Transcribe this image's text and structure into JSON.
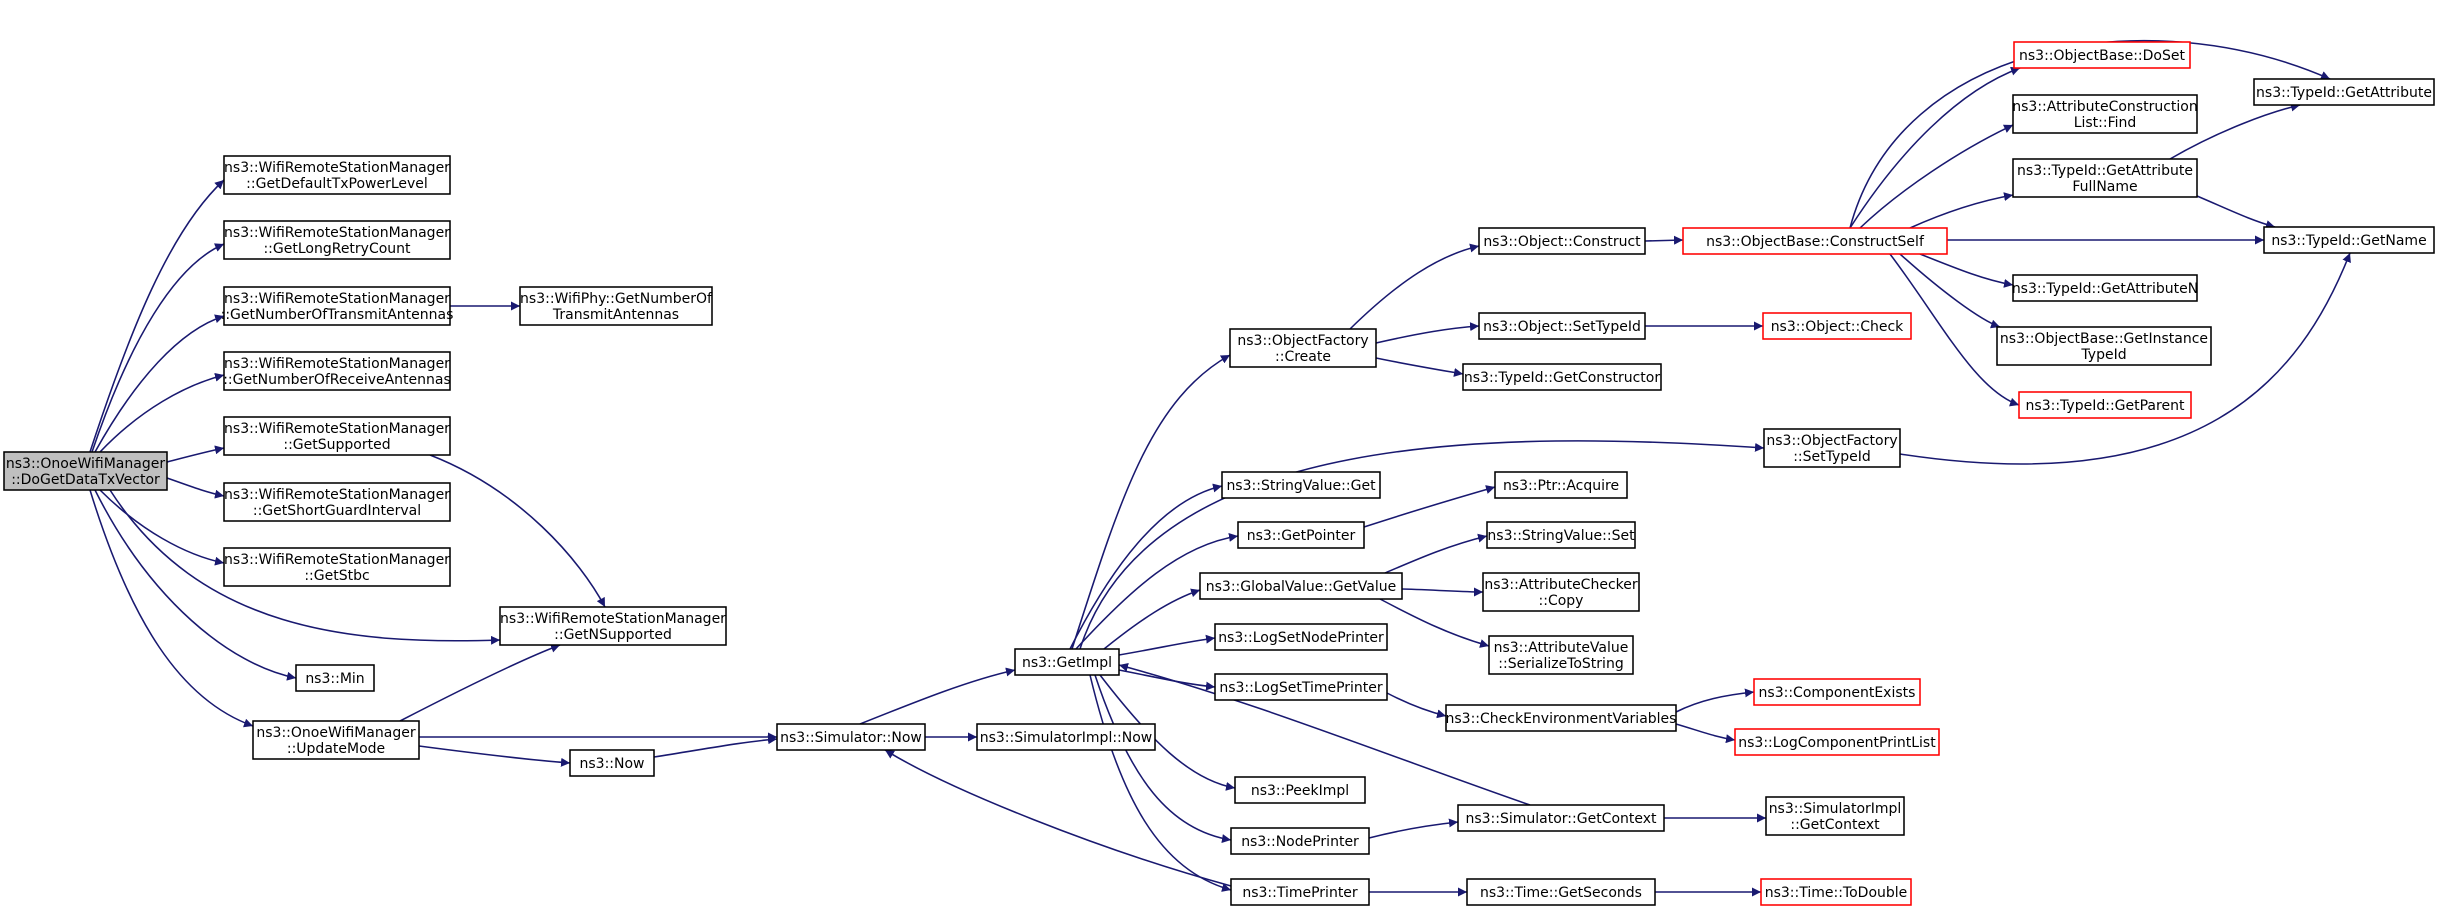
{
  "colors": {
    "edge": "#191970",
    "node_border": "#000000",
    "node_border_incomplete": "#ff0000",
    "root_fill": "#bfbfbf"
  },
  "nodes": [
    {
      "id": "root",
      "lines": [
        "ns3::OnoeWifiManager",
        "::DoGetDataTxVector"
      ]
    },
    {
      "id": "gdtpl",
      "lines": [
        "ns3::WifiRemoteStationManager",
        "::GetDefaultTxPowerLevel"
      ]
    },
    {
      "id": "glrc",
      "lines": [
        "ns3::WifiRemoteStationManager",
        "::GetLongRetryCount"
      ]
    },
    {
      "id": "gnta",
      "lines": [
        "ns3::WifiRemoteStationManager",
        "::GetNumberOfTransmitAntennas"
      ]
    },
    {
      "id": "phy_gnta",
      "lines": [
        "ns3::WifiPhy::GetNumberOf",
        "TransmitAntennas"
      ]
    },
    {
      "id": "gnra",
      "lines": [
        "ns3::WifiRemoteStationManager",
        "::GetNumberOfReceiveAntennas"
      ]
    },
    {
      "id": "gsup",
      "lines": [
        "ns3::WifiRemoteStationManager",
        "::GetSupported"
      ]
    },
    {
      "id": "gsgi",
      "lines": [
        "ns3::WifiRemoteStationManager",
        "::GetShortGuardInterval"
      ]
    },
    {
      "id": "gstbc",
      "lines": [
        "ns3::WifiRemoteStationManager",
        "::GetStbc"
      ]
    },
    {
      "id": "gnsup",
      "lines": [
        "ns3::WifiRemoteStationManager",
        "::GetNSupported"
      ]
    },
    {
      "id": "min",
      "lines": [
        "ns3::Min"
      ]
    },
    {
      "id": "update",
      "lines": [
        "ns3::OnoeWifiManager",
        "::UpdateMode"
      ]
    },
    {
      "id": "now",
      "lines": [
        "ns3::Now"
      ]
    },
    {
      "id": "simnow",
      "lines": [
        "ns3::Simulator::Now"
      ]
    },
    {
      "id": "simimplnow",
      "lines": [
        "ns3::SimulatorImpl::Now"
      ]
    },
    {
      "id": "getimpl",
      "lines": [
        "ns3::GetImpl"
      ]
    },
    {
      "id": "ofcreate",
      "lines": [
        "ns3::ObjectFactory",
        "::Create"
      ]
    },
    {
      "id": "svget",
      "lines": [
        "ns3::StringValue::Get"
      ]
    },
    {
      "id": "getpointer",
      "lines": [
        "ns3::GetPointer"
      ]
    },
    {
      "id": "gvgetvalue",
      "lines": [
        "ns3::GlobalValue::GetValue"
      ]
    },
    {
      "id": "lsnp",
      "lines": [
        "ns3::LogSetNodePrinter"
      ]
    },
    {
      "id": "lstp",
      "lines": [
        "ns3::LogSetTimePrinter"
      ]
    },
    {
      "id": "peekimpl",
      "lines": [
        "ns3::PeekImpl"
      ]
    },
    {
      "id": "nodeprinter",
      "lines": [
        "ns3::NodePrinter"
      ]
    },
    {
      "id": "timeprinter",
      "lines": [
        "ns3::TimePrinter"
      ]
    },
    {
      "id": "objconstruct",
      "lines": [
        "ns3::Object::Construct"
      ]
    },
    {
      "id": "objsettypeid",
      "lines": [
        "ns3::Object::SetTypeId"
      ]
    },
    {
      "id": "tidgetctor",
      "lines": [
        "ns3::TypeId::GetConstructor"
      ]
    },
    {
      "id": "ofsettypeid",
      "lines": [
        "ns3::ObjectFactory",
        "::SetTypeId"
      ]
    },
    {
      "id": "ptracquire",
      "lines": [
        "ns3::Ptr::Acquire"
      ]
    },
    {
      "id": "svset",
      "lines": [
        "ns3::StringValue::Set"
      ]
    },
    {
      "id": "accopy",
      "lines": [
        "ns3::AttributeChecker",
        "::Copy"
      ]
    },
    {
      "id": "avser",
      "lines": [
        "ns3::AttributeValue",
        "::SerializeToString"
      ]
    },
    {
      "id": "cev",
      "lines": [
        "ns3::CheckEnvironmentVariables"
      ]
    },
    {
      "id": "simgetctx",
      "lines": [
        "ns3::Simulator::GetContext"
      ]
    },
    {
      "id": "timegetsec",
      "lines": [
        "ns3::Time::GetSeconds"
      ]
    },
    {
      "id": "obconstructself",
      "lines": [
        "ns3::ObjectBase::ConstructSelf"
      ]
    },
    {
      "id": "objcheck",
      "lines": [
        "ns3::Object::Check"
      ]
    },
    {
      "id": "compexists",
      "lines": [
        "ns3::ComponentExists"
      ]
    },
    {
      "id": "logcpl",
      "lines": [
        "ns3::LogComponentPrintList"
      ]
    },
    {
      "id": "simimplgetctx",
      "lines": [
        "ns3::SimulatorImpl",
        "::GetContext"
      ]
    },
    {
      "id": "timetodouble",
      "lines": [
        "ns3::Time::ToDouble"
      ]
    },
    {
      "id": "obdoset",
      "lines": [
        "ns3::ObjectBase::DoSet"
      ]
    },
    {
      "id": "aclfind",
      "lines": [
        "ns3::AttributeConstruction",
        "List::Find"
      ]
    },
    {
      "id": "tidgafn",
      "lines": [
        "ns3::TypeId::GetAttribute",
        "FullName"
      ]
    },
    {
      "id": "tidgan",
      "lines": [
        "ns3::TypeId::GetAttributeN"
      ]
    },
    {
      "id": "obgit",
      "lines": [
        "ns3::ObjectBase::GetInstance",
        "TypeId"
      ]
    },
    {
      "id": "tidgetparent",
      "lines": [
        "ns3::TypeId::GetParent"
      ]
    },
    {
      "id": "tidgetattr",
      "lines": [
        "ns3::TypeId::GetAttribute"
      ]
    },
    {
      "id": "tidgetname",
      "lines": [
        "ns3::TypeId::GetName"
      ]
    }
  ]
}
